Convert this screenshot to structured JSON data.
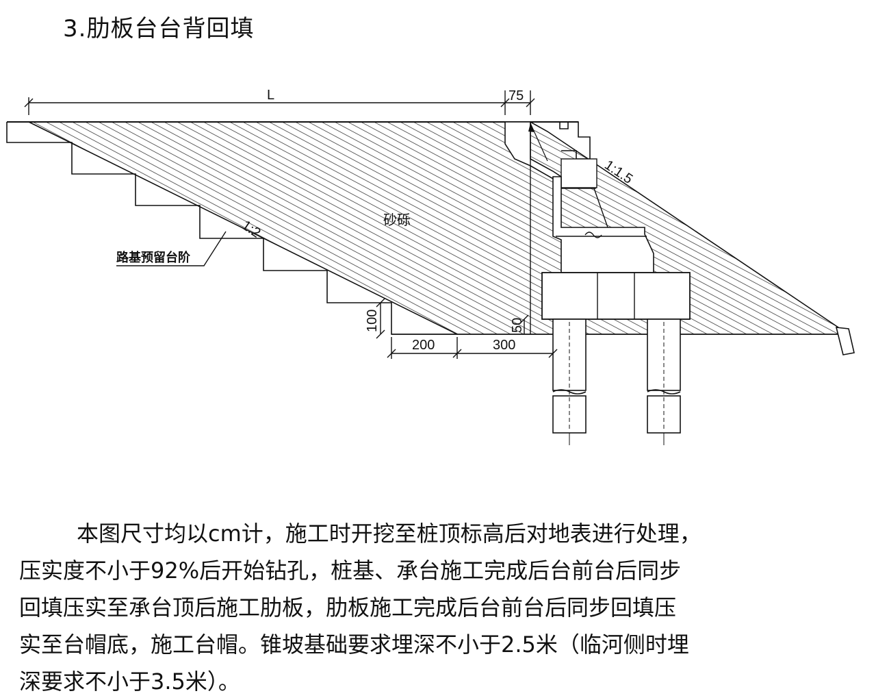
{
  "title": "3.肋板台台背回填",
  "diagram": {
    "dim_L": "L",
    "dim_75": "75",
    "slope_left": "1:2",
    "slope_right": "1:1.5",
    "material_label": "砂砾",
    "step_label": "路基预留台阶",
    "dim_100": "100",
    "dim_50": "50",
    "dim_200": "200",
    "dim_300": "300"
  },
  "description": {
    "lines": [
      "本图尺寸均以cm计，施工时开挖至桩顶标高后对地表进行处理，",
      "压实度不小于92%后开始钻孔，桩基、承台施工完成后台前台后同步",
      "回填压实至承台顶后施工肋板，肋板施工完成后台前台后同步回填压",
      "实至台帽底，施工台帽。锥坡基础要求埋深不小于2.5米（临河侧时埋",
      "深要求不小于3.5米）。"
    ]
  }
}
